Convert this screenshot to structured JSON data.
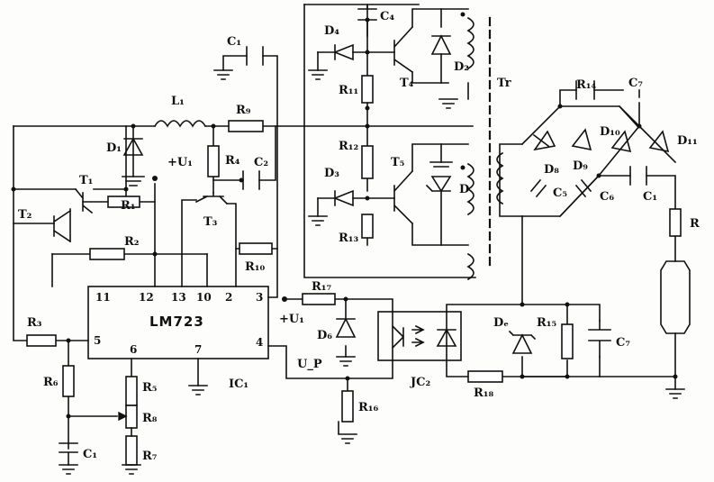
{
  "labels": {
    "D1": "D₁",
    "L1": "L₁",
    "R9": "R₉",
    "C1_top": "C₁",
    "D4": "D₄",
    "C4": "C₄",
    "D2": "D₂",
    "R11": "R₁₁",
    "T4": "T₄",
    "Tr": "Tr",
    "U1_top": "+U₁",
    "R4": "R₄",
    "C2": "C₂",
    "T1": "T₁",
    "R1": "R₁",
    "T2": "T₂",
    "R2": "R₂",
    "T3": "T₃",
    "R12": "R₁₂",
    "D3": "D₃",
    "T5": "T₅",
    "D_t5": "D",
    "R13": "R₁₃",
    "R10": "R₁₀",
    "R14": "R₁₄",
    "C7": "C₇",
    "D10": "D₁₀",
    "D11": "D₁₁",
    "D8": "D₈",
    "D9": "D₉",
    "C5": "C₅",
    "C6": "C₆",
    "C_right": "C₁",
    "R": "R",
    "R17": "R₁₇",
    "U1_mid": "+U₁",
    "D6": "D₆",
    "Up": "U_P",
    "R16": "R₁₆",
    "JC2": "JC₂",
    "D_b": "Dₑ",
    "R15": "R₁₅",
    "C_b": "C₇",
    "R18": "R₁₈",
    "R3": "R₃",
    "R6": "R₆",
    "R5": "R₅",
    "R8": "R₈",
    "R7": "R₇",
    "C1_bot": "C₁",
    "IC1": "IC₁"
  },
  "ic": {
    "name": "LM723",
    "pins": {
      "p11": "11",
      "p12": "12",
      "p13": "13",
      "p10": "10",
      "p2": "2",
      "p3": "3",
      "p5": "5",
      "p6": "6",
      "p7": "7",
      "p4": "4"
    }
  }
}
